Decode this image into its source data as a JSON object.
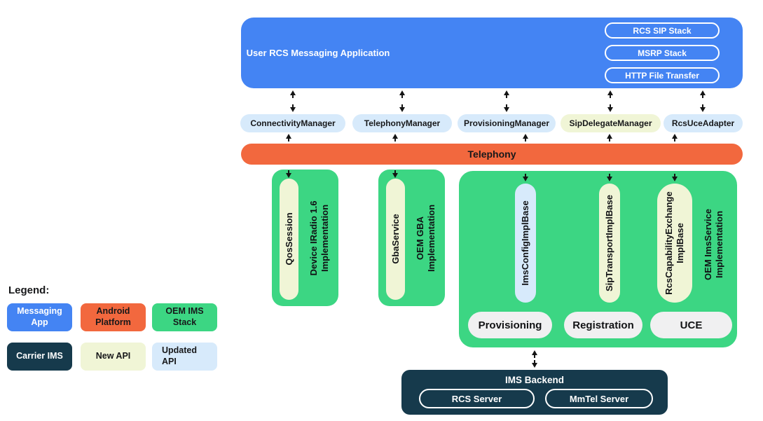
{
  "app": {
    "title": "User RCS Messaging Application",
    "stack_pills": [
      {
        "label": "RCS SIP Stack"
      },
      {
        "label": "MSRP Stack"
      },
      {
        "label": "HTTP File Transfer"
      }
    ]
  },
  "managers": [
    {
      "label": "ConnectivityManager",
      "api_type": "updated"
    },
    {
      "label": "TelephonyManager",
      "api_type": "updated"
    },
    {
      "label": "ProvisioningManager",
      "api_type": "updated"
    },
    {
      "label": "SipDelegateManager",
      "api_type": "new"
    },
    {
      "label": "RcsUceAdapter",
      "api_type": "updated"
    }
  ],
  "telephony": {
    "label": "Telephony"
  },
  "oem_boxes": [
    {
      "pill": "QosSession",
      "pill_api_type": "new",
      "impl_label": "Device IRadio 1.6\nImplementation"
    },
    {
      "pill": "GbaService",
      "pill_api_type": "new",
      "impl_label": "OEM GBA\nImplementation"
    }
  ],
  "ims_service_box": {
    "pills": [
      {
        "label": "ImsConfigImplBase",
        "api_type": "updated"
      },
      {
        "label": "SipTransportImplBase",
        "api_type": "new"
      },
      {
        "label": "RcsCapabilityExchange\nImplBase",
        "api_type": "new"
      }
    ],
    "impl_label": "OEM ImsService\nImplementation",
    "features": [
      {
        "label": "Provisioning"
      },
      {
        "label": "Registration"
      },
      {
        "label": "UCE"
      }
    ]
  },
  "backend": {
    "title": "IMS Backend",
    "servers": [
      {
        "label": "RCS Server"
      },
      {
        "label": "MmTel Server"
      }
    ]
  },
  "legend": {
    "heading": "Legend:",
    "items": [
      {
        "label": "Messaging\nApp",
        "color": "#4484f3",
        "text_color": "#ffffff"
      },
      {
        "label": "Android\nPlatform",
        "color": "#f2683e",
        "text_color": "#17181a"
      },
      {
        "label": "OEM IMS\nStack",
        "color": "#3cd683",
        "text_color": "#17181a"
      },
      {
        "label": "Carrier IMS",
        "color": "#163a4c",
        "text_color": "#ffffff"
      },
      {
        "label": "New API",
        "color": "#f0f5d6",
        "text_color": "#17181a"
      },
      {
        "label": "Updated\nAPI",
        "color": "#d7eafb",
        "text_color": "#17181a"
      }
    ]
  },
  "colors": {
    "messaging_app_blue": "#4484f3",
    "android_platform_orange": "#f2683e",
    "oem_ims_stack_green": "#3cd683",
    "carrier_ims_navy": "#163a4c",
    "new_api_pale_yellow": "#f0f5d6",
    "updated_api_pale_blue": "#d7eafb",
    "feature_pill_gray": "#f0f0f1",
    "arrow_black": "#141414"
  }
}
